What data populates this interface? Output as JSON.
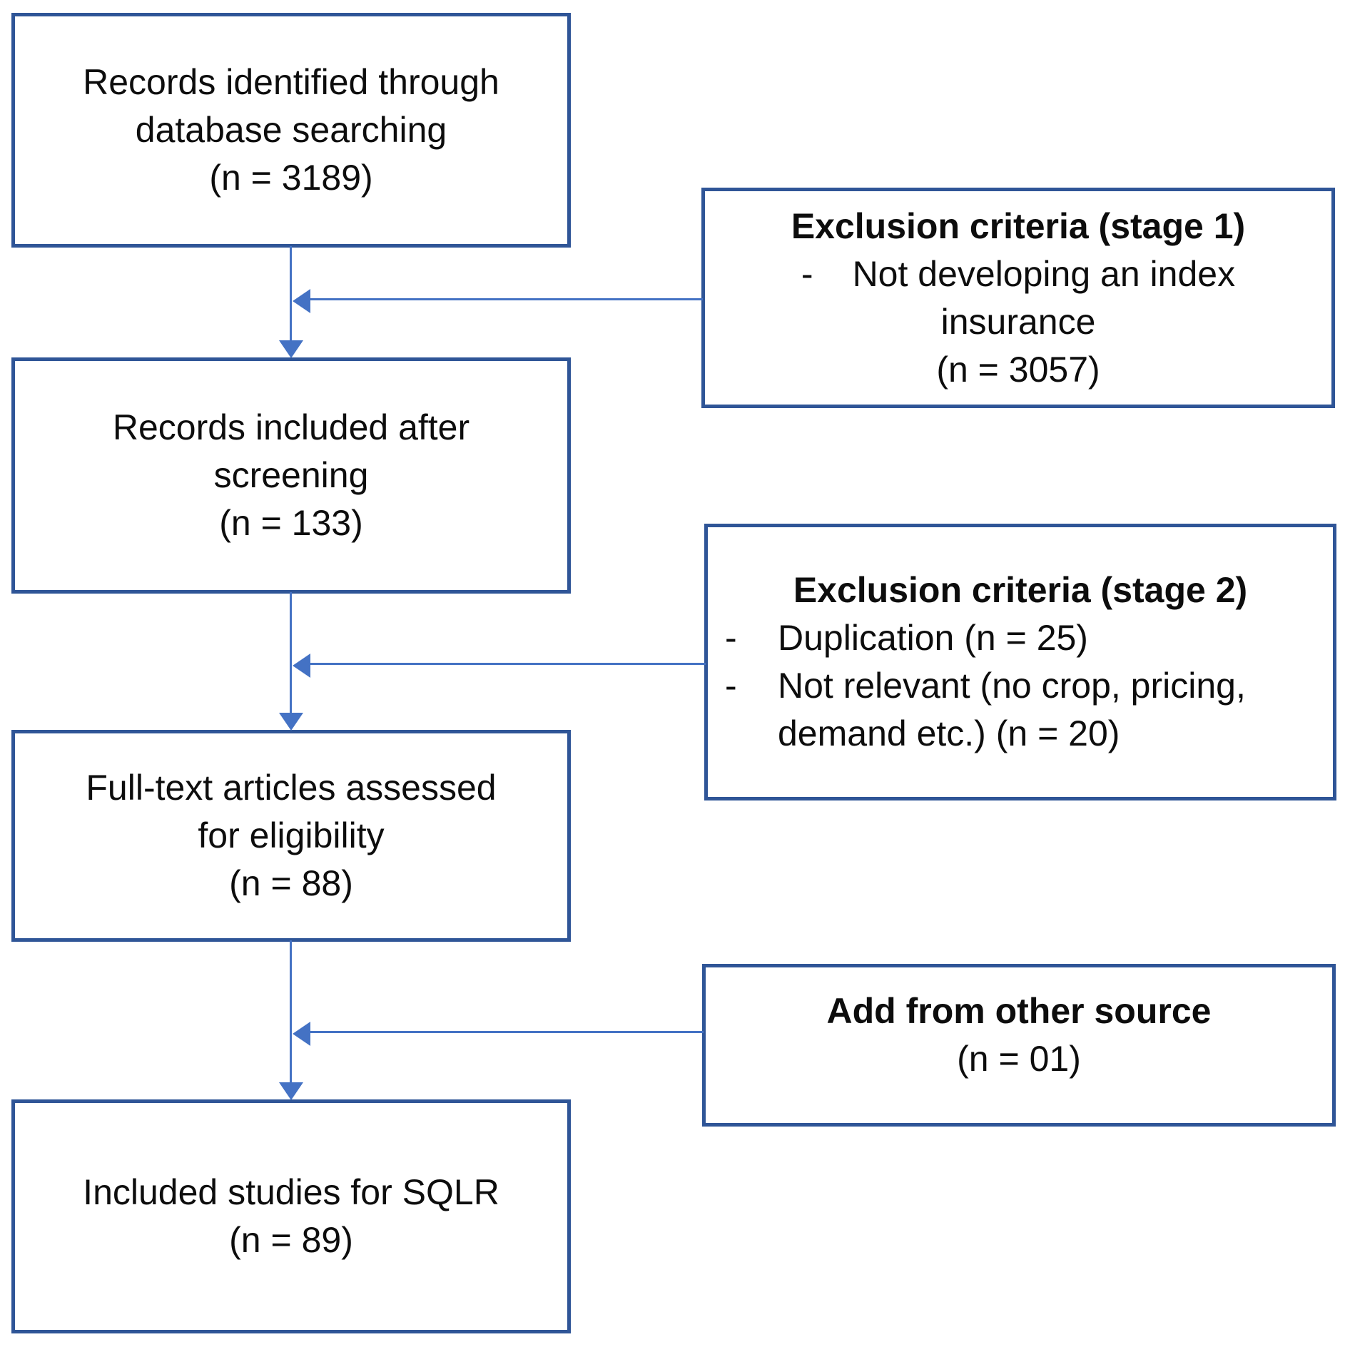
{
  "flow": {
    "left_boxes": [
      {
        "lines": [
          "Records identified through",
          "database searching",
          "(n = 3189)"
        ]
      },
      {
        "lines": [
          "Records included after",
          "screening",
          "(n = 133)"
        ]
      },
      {
        "lines": [
          "Full-text articles assessed",
          "for eligibility",
          "(n = 88)"
        ]
      },
      {
        "lines": [
          "Included studies for SQLR",
          "(n = 89)"
        ]
      }
    ],
    "right_boxes": [
      {
        "title": "Exclusion criteria (stage 1)",
        "bullet_dash": "-",
        "lines": [
          "Not developing an index",
          "insurance",
          "(n = 3057)"
        ]
      },
      {
        "title": "Exclusion criteria (stage 2)",
        "items": [
          {
            "dash": "-",
            "lines": [
              "Duplication (n = 25)"
            ]
          },
          {
            "dash": "-",
            "lines": [
              "Not relevant (no crop, pricing,",
              "demand etc.) (n = 20)"
            ]
          }
        ]
      },
      {
        "title": "Add from other source",
        "lines": [
          "(n = 01)"
        ]
      }
    ],
    "colors": {
      "box_border": "#2f5597",
      "arrow": "#4472c4",
      "text": "#0d0d0d",
      "background": "#ffffff"
    }
  }
}
